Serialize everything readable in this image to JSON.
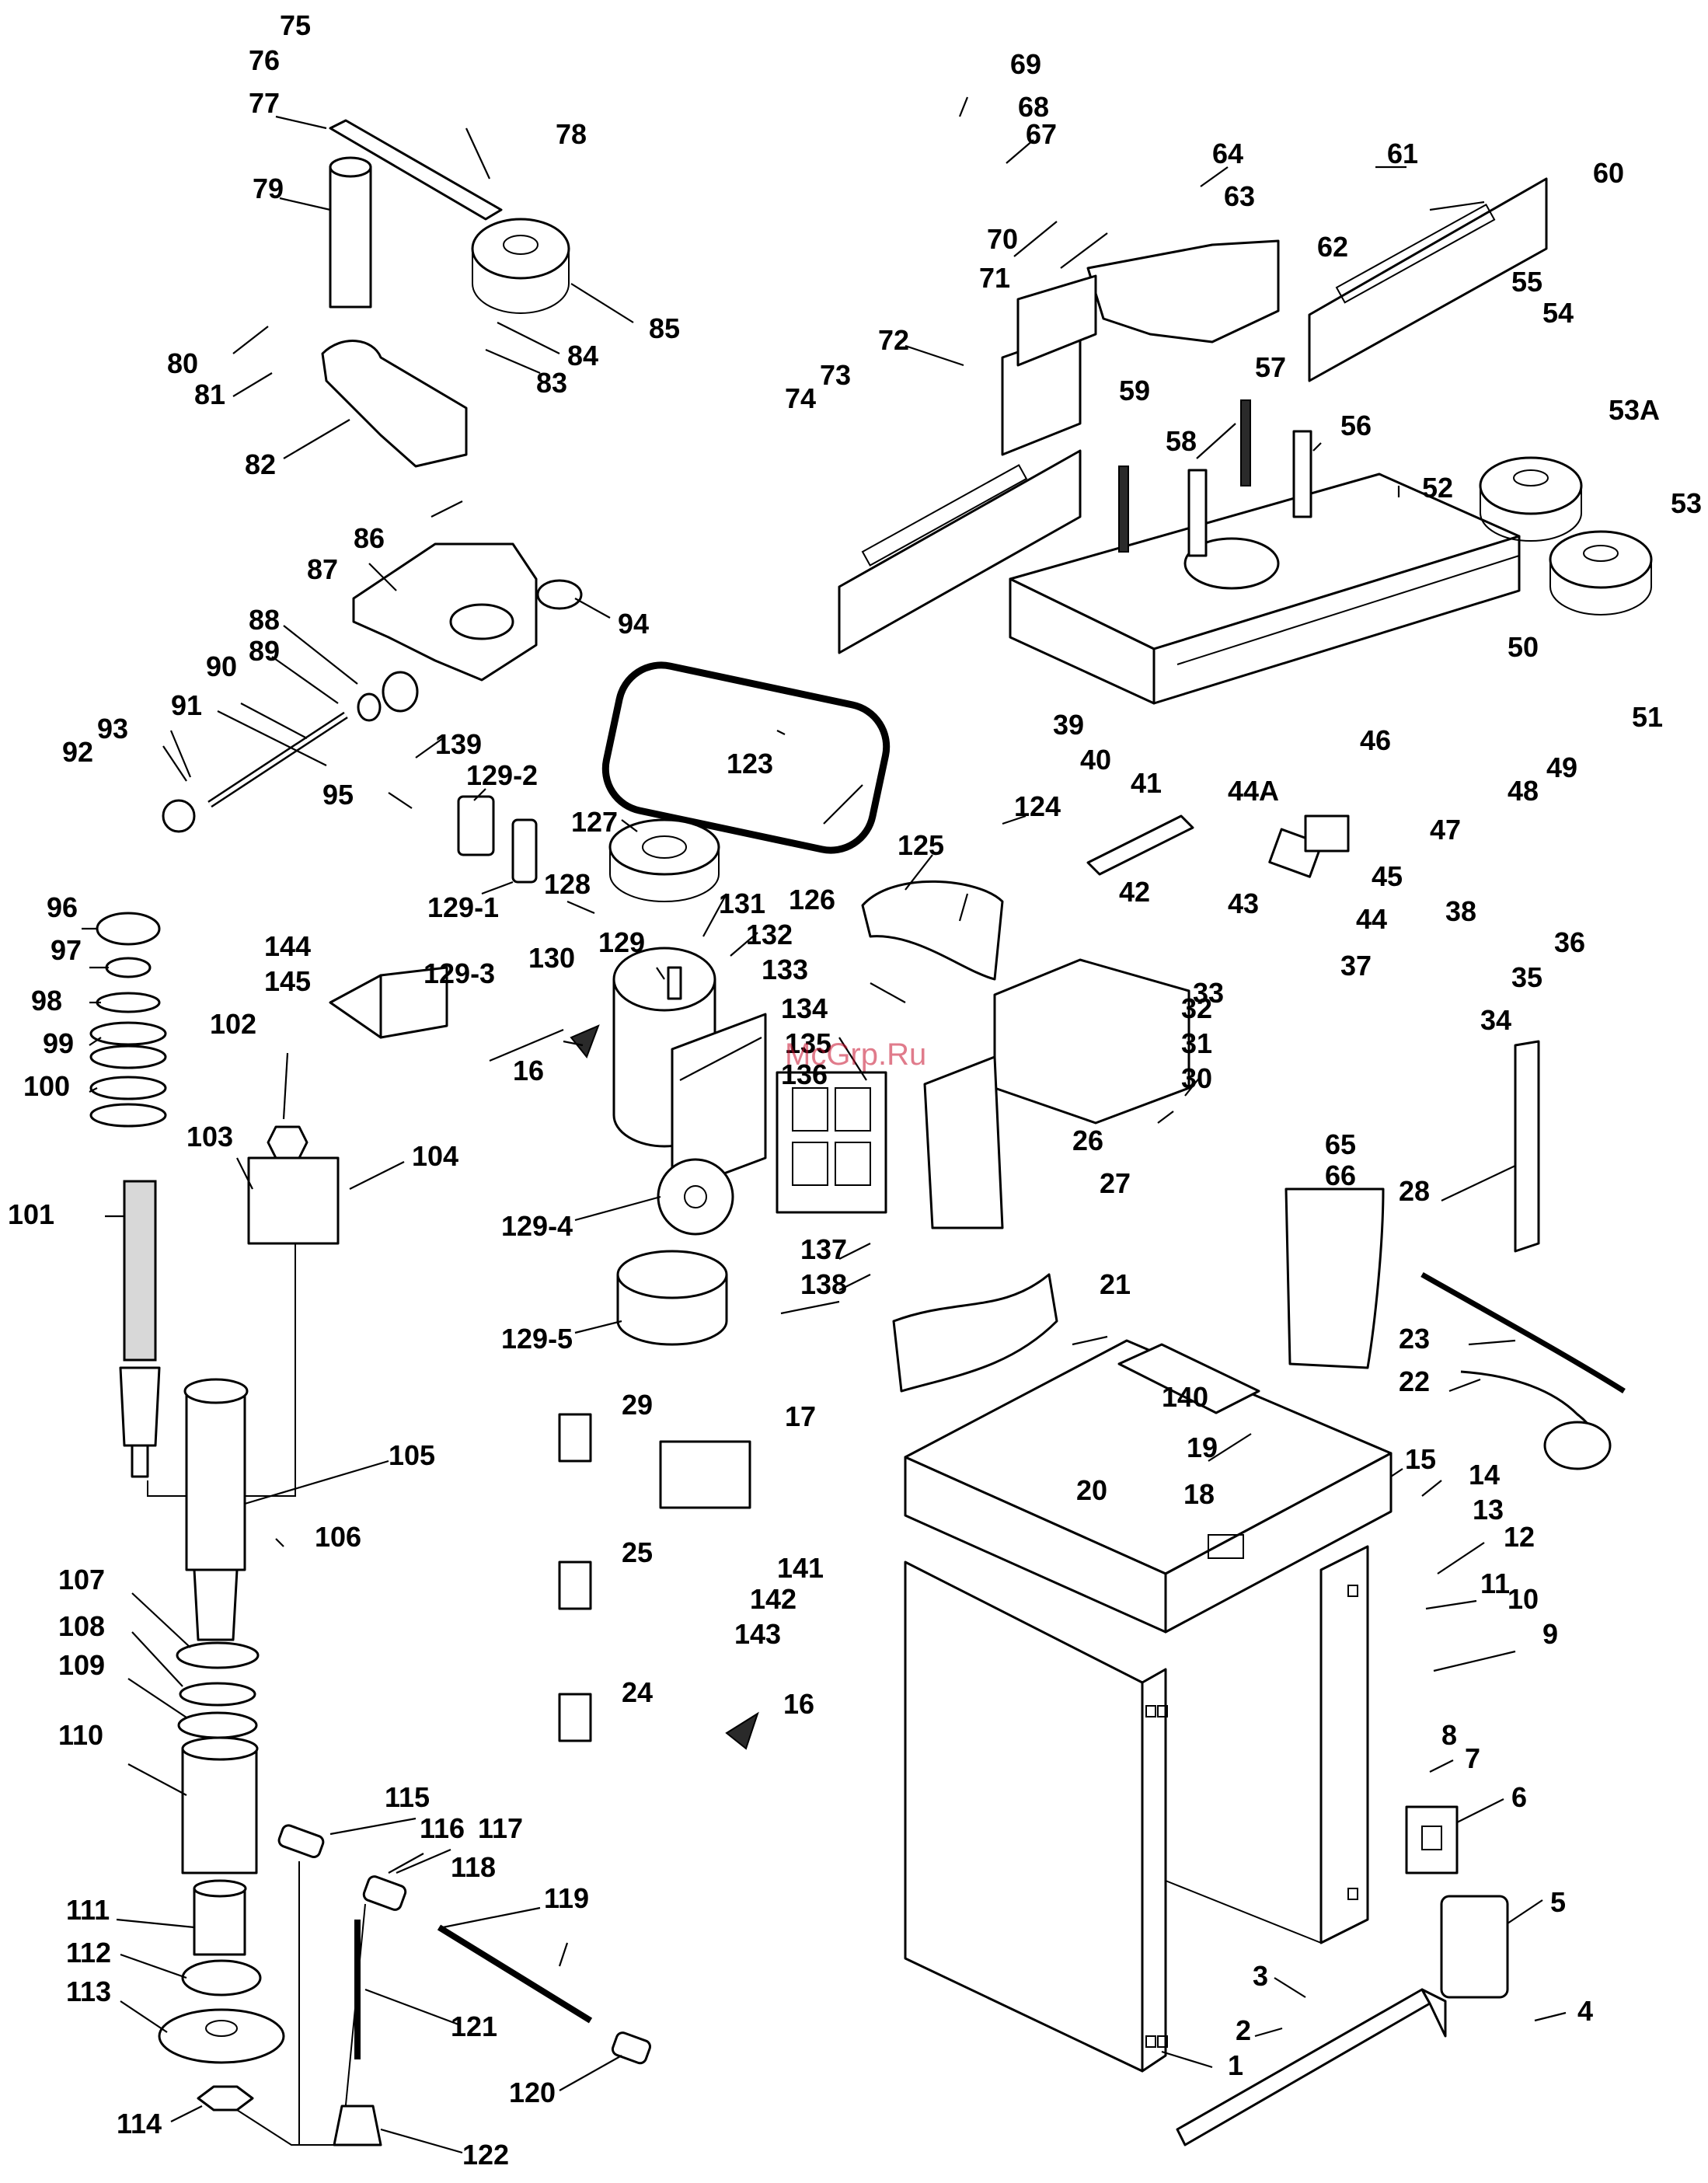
{
  "watermark": "McGrp.Ru",
  "callouts": [
    "1",
    "2",
    "3",
    "4",
    "5",
    "6",
    "7",
    "8",
    "9",
    "10",
    "11",
    "12",
    "13",
    "14",
    "15",
    "16",
    "16",
    "17",
    "18",
    "19",
    "20",
    "21",
    "22",
    "23",
    "24",
    "25",
    "26",
    "27",
    "28",
    "29",
    "30",
    "31",
    "32",
    "33",
    "34",
    "35",
    "36",
    "37",
    "38",
    "39",
    "40",
    "41",
    "42",
    "43",
    "44",
    "44A",
    "45",
    "46",
    "47",
    "48",
    "49",
    "50",
    "51",
    "52",
    "53",
    "53A",
    "54",
    "55",
    "56",
    "57",
    "58",
    "59",
    "60",
    "61",
    "62",
    "63",
    "64",
    "65",
    "66",
    "67",
    "68",
    "69",
    "70",
    "71",
    "72",
    "73",
    "74",
    "75",
    "76",
    "77",
    "78",
    "79",
    "80",
    "81",
    "82",
    "83",
    "84",
    "85",
    "86",
    "87",
    "88",
    "89",
    "90",
    "91",
    "92",
    "93",
    "94",
    "95",
    "96",
    "97",
    "98",
    "99",
    "100",
    "101",
    "102",
    "103",
    "104",
    "105",
    "106",
    "107",
    "108",
    "109",
    "110",
    "111",
    "112",
    "113",
    "114",
    "115",
    "116",
    "117",
    "118",
    "119",
    "120",
    "121",
    "122",
    "123",
    "124",
    "125",
    "126",
    "127",
    "128",
    "129",
    "129-1",
    "129-2",
    "129-3",
    "129-4",
    "129-5",
    "130",
    "131",
    "132",
    "133",
    "134",
    "135",
    "136",
    "137",
    "138",
    "139",
    "140",
    "141",
    "142",
    "143",
    "144",
    "145"
  ]
}
